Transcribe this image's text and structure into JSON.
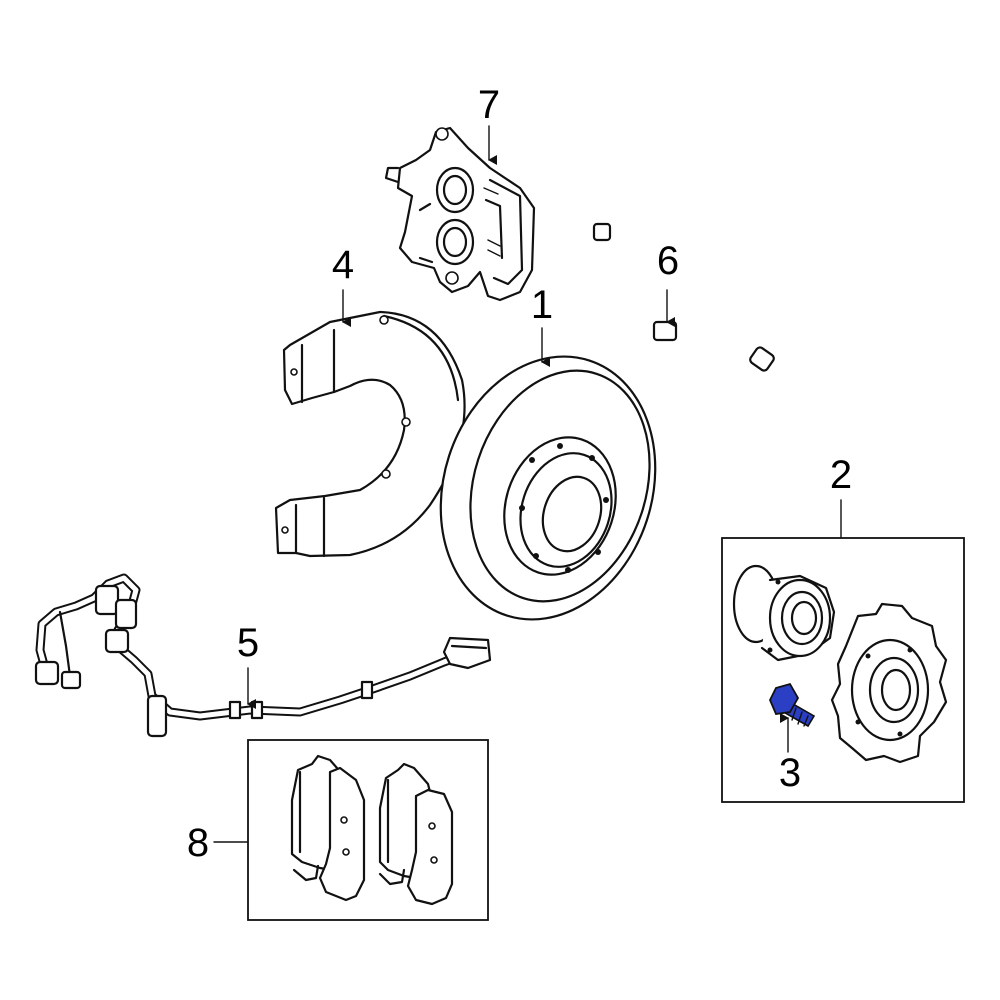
{
  "callouts": {
    "c1": "1",
    "c2": "2",
    "c3": "3",
    "c4": "4",
    "c5": "5",
    "c6": "6",
    "c7": "7",
    "c8": "8"
  },
  "highlight_color": "#2a3fc4"
}
